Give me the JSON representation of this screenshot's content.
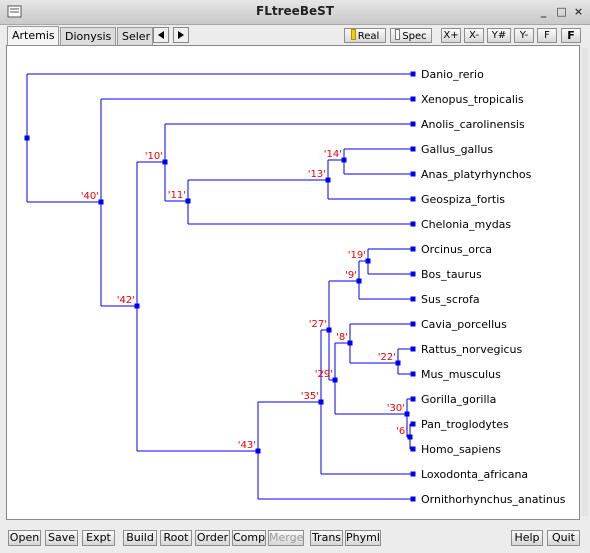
{
  "window": {
    "title": "FLtreeBeST",
    "minimize": "_",
    "maximize": "□",
    "close": "×"
  },
  "tabs": [
    {
      "label": "Artemis",
      "active": true
    },
    {
      "label": "Dionysis",
      "active": false
    },
    {
      "label": "Seler",
      "active": false
    }
  ],
  "toolbar": {
    "real": "Real",
    "spec": "Spec",
    "x_plus": "X+",
    "x_minus": "X-",
    "yx": "Y#",
    "y_minus": "Y-",
    "f_small": "F",
    "f_big": "F"
  },
  "bottom_buttons": {
    "open": "Open",
    "save": "Save",
    "expt": "Expt",
    "build": "Build",
    "root": "Root",
    "order": "Order",
    "comp": "Comp",
    "merge": "Merge",
    "trans": "Trans",
    "phyml": "Phyml",
    "help": "Help",
    "quit": "Quit"
  },
  "tree": {
    "leaves": [
      "Danio_rerio",
      "Xenopus_tropicalis",
      "Anolis_carolinensis",
      "Gallus_gallus",
      "Anas_platyrhynchos",
      "Geospiza_fortis",
      "Chelonia_mydas",
      "Orcinus_orca",
      "Bos_taurus",
      "Sus_scrofa",
      "Cavia_porcellus",
      "Rattus_norvegicus",
      "Mus_musculus",
      "Gorilla_gorilla",
      "Pan_troglodytes",
      "Homo_sapiens",
      "Loxodonta_africana",
      "Ornithorhynchus_anatinus"
    ],
    "internal_labels": {
      "n40": "'40'",
      "n42": "'42'",
      "n10": "'10'",
      "n11": "'11'",
      "n13": "'13'",
      "n14": "'14'",
      "n43": "'43'",
      "n35": "'35'",
      "n27": "'27'",
      "n9": "'9'",
      "n19": "'19'",
      "n29": "'29'",
      "n8": "'8'",
      "n22": "'22'",
      "n30": "'30'",
      "n6": "'6'"
    },
    "colors": {
      "branch": "#0000ee",
      "node_label": "#ee0000",
      "leaf_text": "#000000"
    }
  }
}
